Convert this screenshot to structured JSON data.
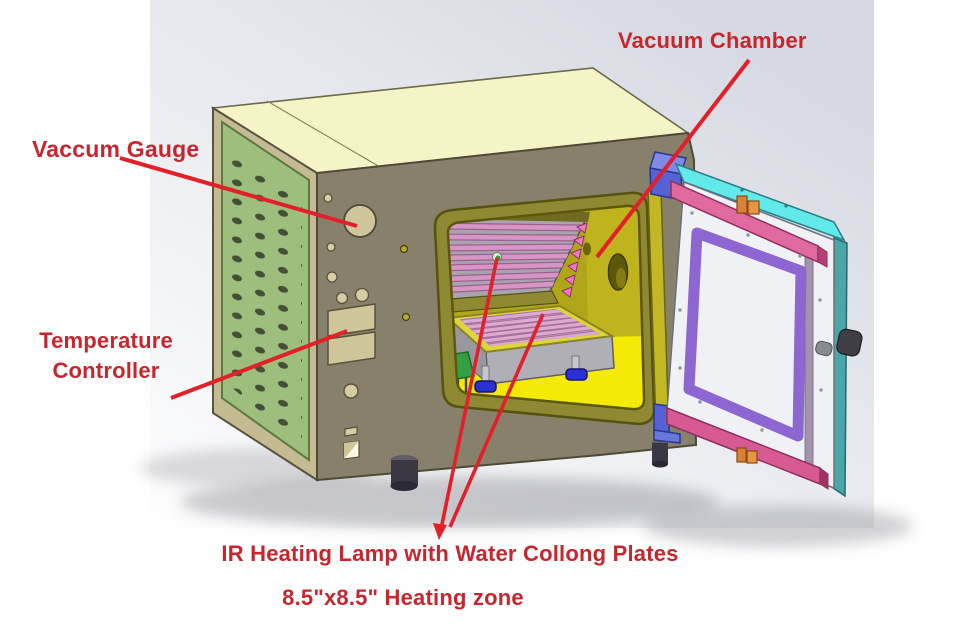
{
  "annotations": {
    "text_color": "#c9252c",
    "line_color": "#e2202a",
    "labels": {
      "vacuum_chamber": "Vacuum Chamber",
      "vaccum_gauge": "Vaccum Gauge",
      "temperature_controller": {
        "line1": "Temperature",
        "line2": "Controller"
      },
      "ir_heating_lamp": "IR Heating Lamp with Water Collong Plates",
      "heating_zone": "8.5\"x8.5\" Heating zone"
    }
  },
  "machine": {
    "colors": {
      "top_panel": "#f5f4c6",
      "front_panel": "#87816b",
      "side_vent_panel": "#9dbe7c",
      "chassis_frame": "#c5bb92",
      "opening_ring": "#8f8933",
      "chamber_back_wall": "#b0a61a",
      "chamber_floor": "#f4ea06",
      "ir_lamp_tube": "#d795c6",
      "lamp_panel": "#a8a4ad",
      "heating_plate_frame": "#ddd63b",
      "leveling_foot": "#2c30d2",
      "door_face": "#f0f1f5",
      "door_top_edge": "#62e9ea",
      "door_side_edge": "#4aa6a9",
      "door_seal": "#8d66d2",
      "door_rail": "#dd5f97",
      "door_clamp": "#e08a3c",
      "hinge": "#5562d4",
      "gauge_dial": "#cfc69d"
    }
  }
}
